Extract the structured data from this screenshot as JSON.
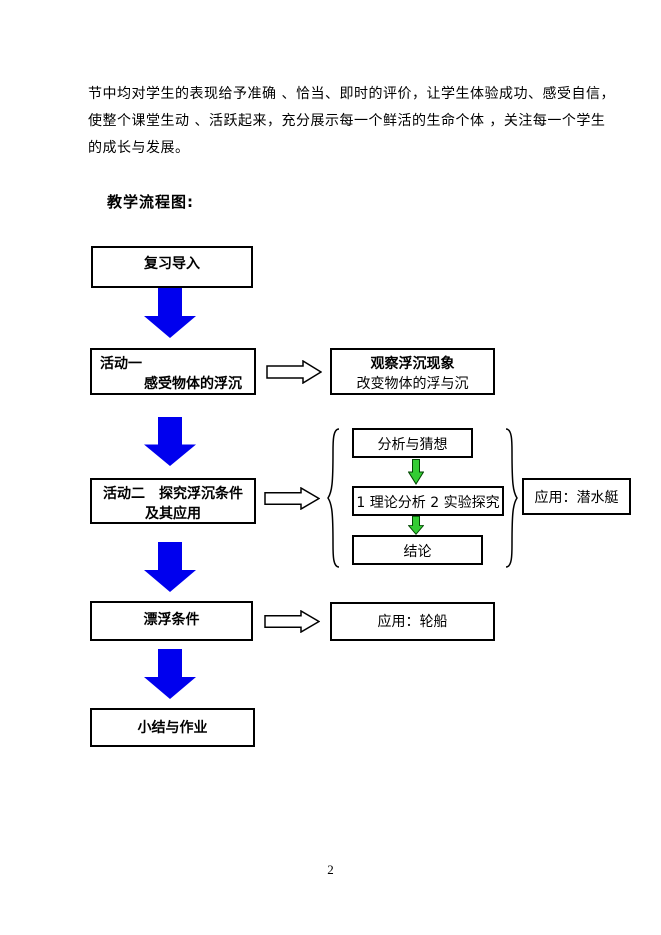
{
  "document": {
    "paragraph_lines": [
      "节中均对学生的表现给予准确 、恰当、即时的评价，让学生体验成功、感受自信，",
      "使整个课堂生动 、活跃起来，充分展示每一个鲜活的生命个体 ，关注每一个学生",
      "的成长与发展。"
    ],
    "heading": "教学流程图:",
    "page_number": "2"
  },
  "flowchart": {
    "review_box": {
      "label": "复习导入"
    },
    "activity1_box": {
      "line1": "活动一",
      "line2": "感受物体的浮沉"
    },
    "observe_box": {
      "line1": "观察浮沉现象",
      "line2": "改变物体的浮与沉"
    },
    "activity2_box": {
      "line1": "活动二　探究浮沉条件",
      "line2": "及其应用"
    },
    "analysis_box": {
      "label": "分析与猜想"
    },
    "theory_box": {
      "label": "1 理论分析 2 实验探究"
    },
    "conclusion_box": {
      "label": "结论"
    },
    "submarine_box": {
      "label": "应用：潜水艇"
    },
    "floating_box": {
      "label": "漂浮条件"
    },
    "ship_box": {
      "label": "应用：轮船"
    },
    "summary_box": {
      "label": "小结与作业"
    },
    "colors": {
      "blue_arrow": "#0000ee",
      "green_arrow": "#33cc33",
      "green_arrow_outline": "#004400",
      "box_border": "#000000"
    }
  }
}
